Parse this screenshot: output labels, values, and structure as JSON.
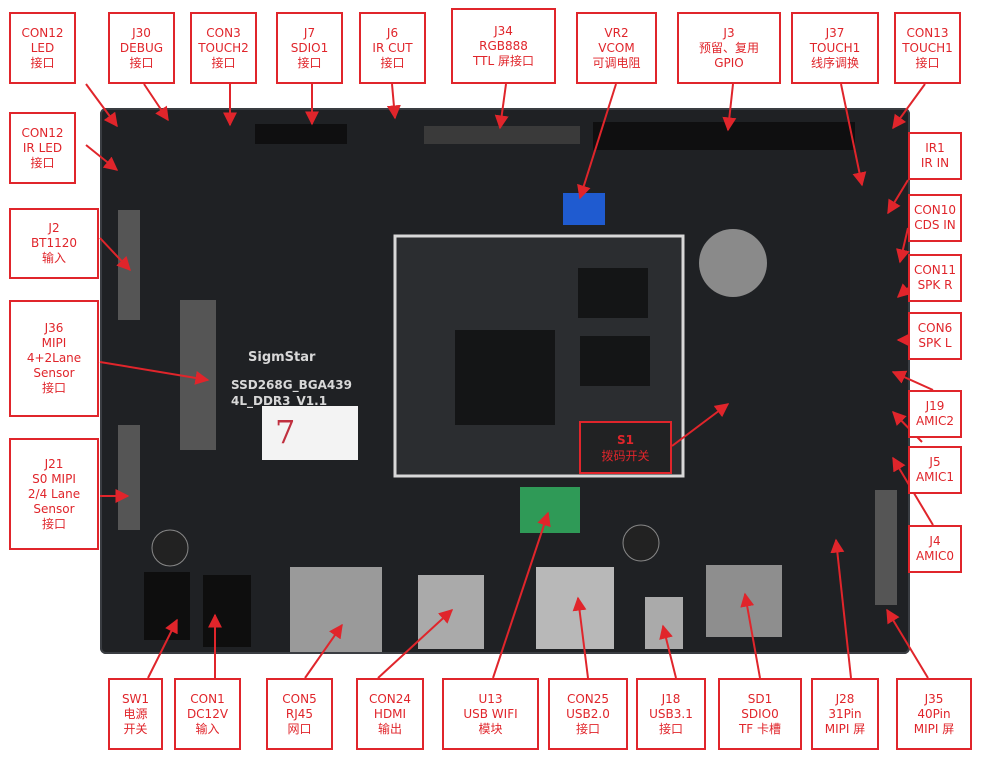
{
  "board": {
    "silkscreen_brand": "SigmStar",
    "silkscreen_model": "SSD268G_BGA439",
    "silkscreen_rev": "4L_DDR3_V1.1",
    "sticker_text": "7"
  },
  "callouts": [
    {
      "id": "con12-led",
      "lines": [
        "CON12",
        "LED",
        "接口"
      ]
    },
    {
      "id": "j30",
      "lines": [
        "J30",
        "DEBUG",
        "接口"
      ]
    },
    {
      "id": "con3",
      "lines": [
        "CON3",
        "TOUCH2",
        "接口"
      ]
    },
    {
      "id": "j7",
      "lines": [
        "J7",
        "SDIO1",
        "接口"
      ]
    },
    {
      "id": "j6",
      "lines": [
        "J6",
        "IR CUT",
        "接口"
      ]
    },
    {
      "id": "j34",
      "lines": [
        "J34",
        "RGB888",
        "TTL 屏接口"
      ]
    },
    {
      "id": "vr2",
      "lines": [
        "VR2",
        "VCOM",
        "可调电阻"
      ]
    },
    {
      "id": "j3",
      "lines": [
        "J3",
        "预留、复用",
        "GPIO"
      ]
    },
    {
      "id": "j37",
      "lines": [
        "J37",
        "TOUCH1",
        "线序调换"
      ]
    },
    {
      "id": "con13",
      "lines": [
        "CON13",
        "TOUCH1",
        "接口"
      ]
    },
    {
      "id": "con12-irled",
      "lines": [
        "CON12",
        "IR LED",
        "接口"
      ]
    },
    {
      "id": "ir1",
      "lines": [
        "IR1",
        "IR IN"
      ]
    },
    {
      "id": "j2",
      "lines": [
        "J2",
        "BT1120",
        "输入"
      ]
    },
    {
      "id": "con10",
      "lines": [
        "CON10",
        "CDS IN"
      ]
    },
    {
      "id": "con11",
      "lines": [
        "CON11",
        "SPK R"
      ]
    },
    {
      "id": "j36",
      "lines": [
        "J36",
        "MIPI",
        "4+2Lane",
        "Sensor",
        "接口"
      ]
    },
    {
      "id": "con6",
      "lines": [
        "CON6",
        "SPK L"
      ]
    },
    {
      "id": "j19",
      "lines": [
        "J19",
        "AMIC2"
      ]
    },
    {
      "id": "j5",
      "lines": [
        "J5",
        "AMIC1"
      ]
    },
    {
      "id": "j21",
      "lines": [
        "J21",
        "S0 MIPI",
        "2/4 Lane",
        "Sensor",
        "接口"
      ]
    },
    {
      "id": "j4",
      "lines": [
        "J4",
        "AMIC0"
      ]
    },
    {
      "id": "sw1",
      "lines": [
        "SW1",
        "电源",
        "开关"
      ]
    },
    {
      "id": "con1",
      "lines": [
        "CON1",
        "DC12V",
        "输入"
      ]
    },
    {
      "id": "con5",
      "lines": [
        "CON5",
        "RJ45",
        "网口"
      ]
    },
    {
      "id": "con24",
      "lines": [
        "CON24",
        "HDMI",
        "输出"
      ]
    },
    {
      "id": "u13",
      "lines": [
        "U13",
        "USB WIFI",
        "模块"
      ]
    },
    {
      "id": "con25",
      "lines": [
        "CON25",
        "USB2.0",
        "接口"
      ]
    },
    {
      "id": "j18",
      "lines": [
        "J18",
        "USB3.1",
        "接口"
      ]
    },
    {
      "id": "sd1",
      "lines": [
        "SD1",
        "SDIO0",
        "TF 卡槽"
      ]
    },
    {
      "id": "j28",
      "lines": [
        "J28",
        "31Pin",
        "MIPI 屏"
      ]
    },
    {
      "id": "j35",
      "lines": [
        "J35",
        "40Pin",
        "MIPI 屏"
      ]
    }
  ],
  "chip_callout": {
    "lines": [
      "S1",
      "拨码开关"
    ]
  },
  "colors": {
    "accent": "#e0252b",
    "board": "#1f2124"
  }
}
